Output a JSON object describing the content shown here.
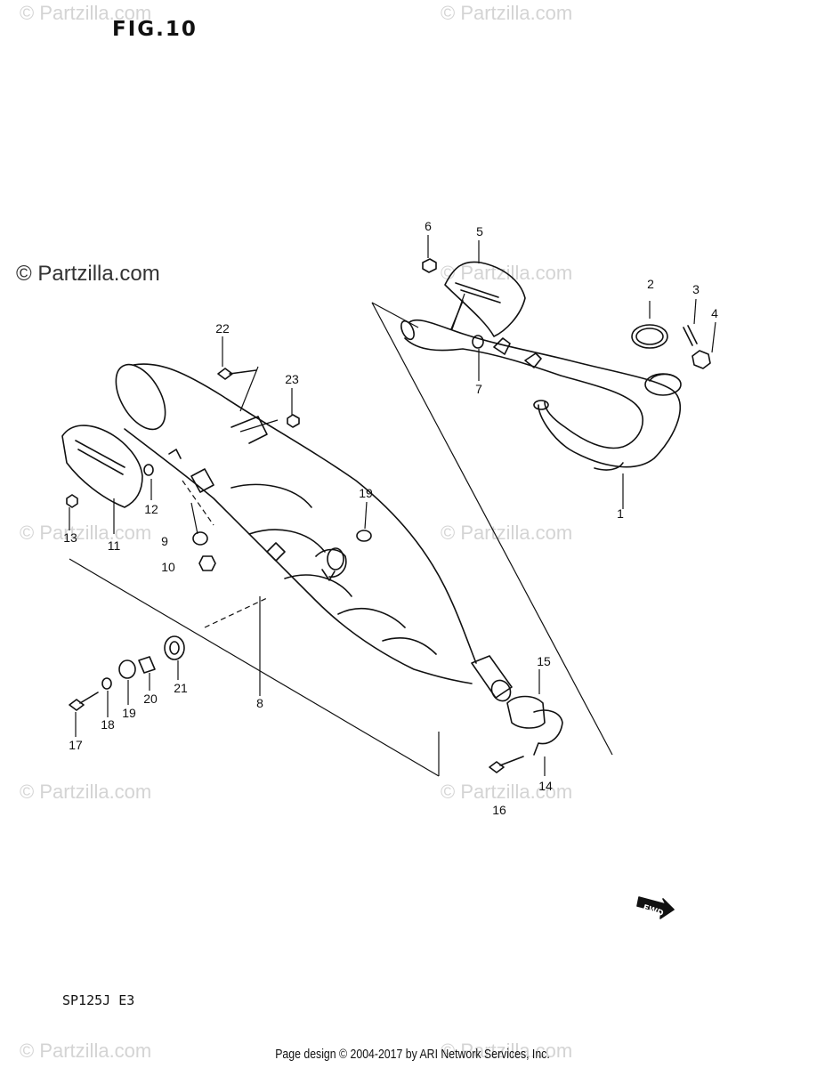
{
  "figure": {
    "title": "FIG.10",
    "model": "SP125J E3"
  },
  "watermarks": [
    "© Partzilla.com"
  ],
  "footer": "Page design © 2004-2017 by ARI Network Services, Inc.",
  "fwd_label": "FWD",
  "callouts": [
    {
      "num": "1"
    },
    {
      "num": "2"
    },
    {
      "num": "3"
    },
    {
      "num": "4"
    },
    {
      "num": "5"
    },
    {
      "num": "6"
    },
    {
      "num": "7"
    },
    {
      "num": "8"
    },
    {
      "num": "9"
    },
    {
      "num": "10"
    },
    {
      "num": "11"
    },
    {
      "num": "12"
    },
    {
      "num": "13"
    },
    {
      "num": "14"
    },
    {
      "num": "15"
    },
    {
      "num": "16"
    },
    {
      "num": "17"
    },
    {
      "num": "18"
    },
    {
      "num": "19"
    },
    {
      "num": "19"
    },
    {
      "num": "20"
    },
    {
      "num": "21"
    },
    {
      "num": "22"
    },
    {
      "num": "23"
    }
  ]
}
